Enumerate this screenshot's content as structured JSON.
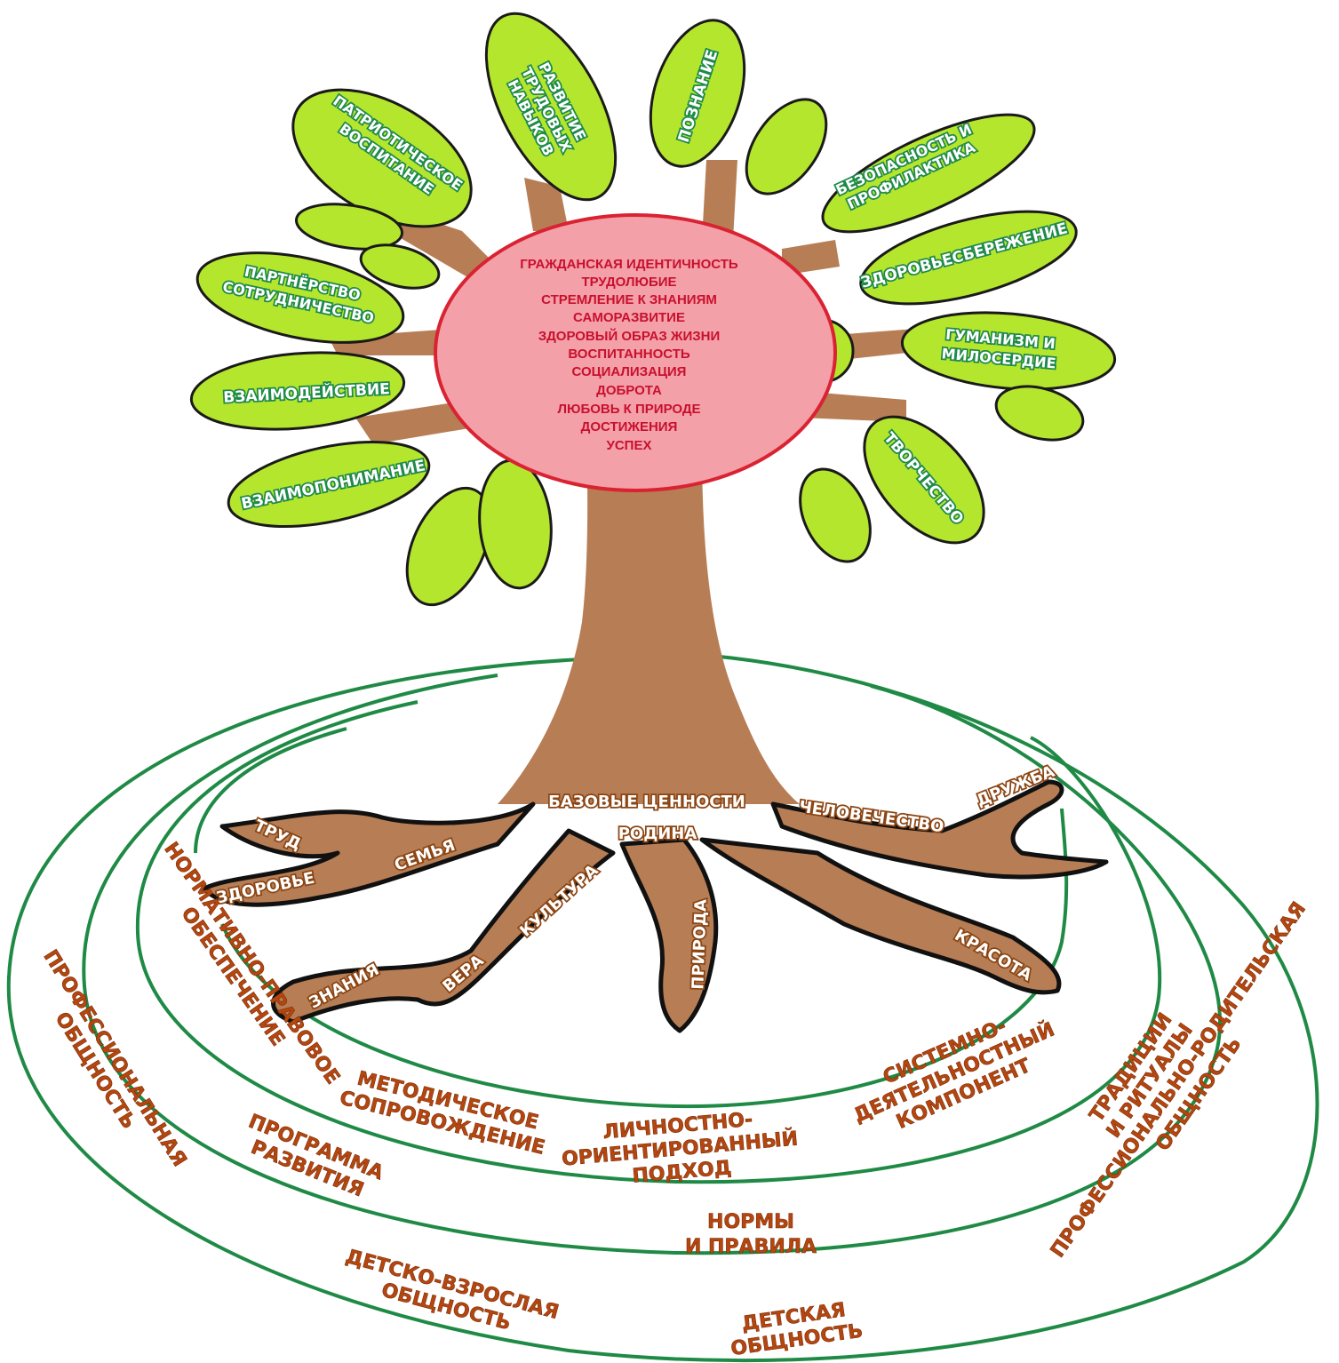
{
  "crown": {
    "values": [
      "ГРАЖДАНСКАЯ  ИДЕНТИЧНОСТЬ",
      "ТРУДОЛЮБИЕ",
      "СТРЕМЛЕНИЕ К ЗНАНИЯМ",
      "САМОРАЗВИТИЕ",
      "ЗДОРОВЫЙ ОБРАЗ ЖИЗНИ",
      "ВОСПИТАННОСТЬ",
      "СОЦИАЛИЗАЦИЯ",
      "ДОБРОТА",
      "ЛЮБОВЬ К ПРИРОДЕ",
      "ДОСТИЖЕНИЯ",
      "УСПЕХ"
    ]
  },
  "leaves": {
    "patriotic": [
      "ПАТРИОТИЧЕСКОЕ",
      "ВОСПИТАНИЕ"
    ],
    "labor": [
      "РАЗВИТИЕ",
      "ТРУДОВЫХ",
      "НАВЫКОВ"
    ],
    "cognition": "ПОЗНАНИЕ",
    "safety": [
      "БЕЗОПАСНОСТЬ И",
      "ПРОФИЛАКТИКА"
    ],
    "health": "ЗДОРОВЬЕСБЕРЕЖЕНИЕ",
    "humanism": [
      "ГУМАНИЗМ И",
      "МИЛОСЕРДИЕ"
    ],
    "creativity": "ТВОРЧЕСТВО",
    "partnership": [
      "ПАРТНЁРСТВО",
      "СОТРУДНИЧЕСТВО"
    ],
    "interaction": "ВЗАИМОДЕЙСТВИЕ",
    "understanding": "ВЗАИМОПОНИМАНИЕ"
  },
  "roots": {
    "base_values": "БАЗОВЫЕ ЦЕННОСТИ",
    "homeland": "РОДИНА",
    "humanity": "ЧЕЛОВЕЧЕСТВО",
    "friendship": "ДРУЖБА",
    "labor": "ТРУД",
    "family": "СЕМЬЯ",
    "health": "ЗДОРОВЬЕ",
    "culture": "КУЛЬТУРА",
    "nature": "ПРИРОДА",
    "beauty": "КРАСОТА",
    "knowledge": "ЗНАНИЯ",
    "faith": "ВЕРА"
  },
  "rings": {
    "normative": [
      "НОРМАТИВНО-ПРАВОВОЕ",
      "ОБЕСПЕЧЕНИЕ"
    ],
    "methodical": [
      "МЕТОДИЧЕСКОЕ",
      "СОПРОВОЖДЕНИЕ"
    ],
    "personal": [
      "ЛИЧНОСТНО-",
      "ОРИЕНТИРОВАННЫЙ",
      "ПОДХОД"
    ],
    "system": [
      "СИСТЕМНО-",
      "ДЕЯТЕЛЬНОСТНЫЙ",
      "КОМПОНЕНТ"
    ],
    "program": [
      "ПРОГРАММА",
      "РАЗВИТИЯ"
    ],
    "norms": [
      "НОРМЫ",
      "И ПРАВИЛА"
    ],
    "traditions": [
      "ТРАДИЦИИ",
      "И РИТУАЛЫ"
    ],
    "professional": [
      "ПРОФЕССИОНАЛЬНАЯ",
      "ОБЩНОСТЬ"
    ],
    "child_adult": [
      "ДЕТСКО-ВЗРОСЛАЯ",
      "ОБЩНОСТЬ"
    ],
    "children": [
      "ДЕТСКАЯ",
      "ОБЩНОСТЬ"
    ],
    "prof_parent": [
      "ПРОФЕССИОНАЛЬНО-РОДИТЕЛЬСКАЯ",
      "ОБЩНОСТЬ"
    ]
  },
  "colors": {
    "leaf": "#b5e62e",
    "crown": "#f4a0a8",
    "trunk": "#b77e55",
    "ring": "#1f8a45",
    "ring_text": "#b5460f"
  }
}
